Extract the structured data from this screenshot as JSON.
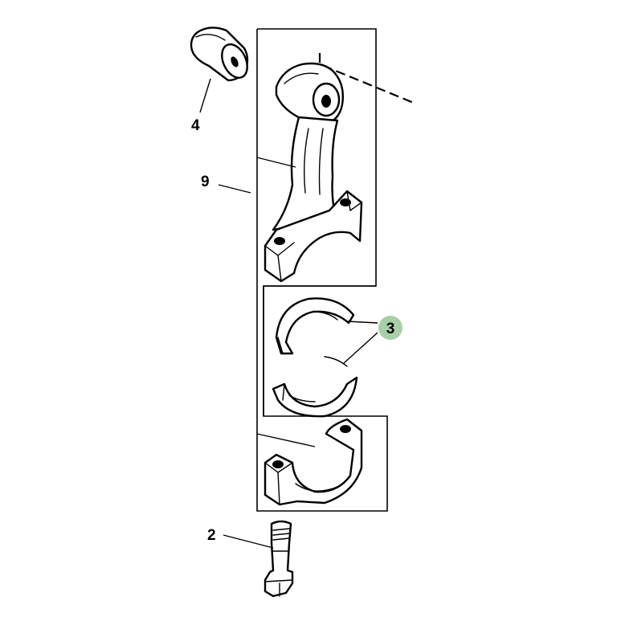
{
  "diagram": {
    "callouts": [
      {
        "id": "4",
        "label": "4",
        "highlighted": false
      },
      {
        "id": "9",
        "label": "9",
        "highlighted": false
      },
      {
        "id": "3",
        "label": "3",
        "highlighted": true
      },
      {
        "id": "2",
        "label": "2",
        "highlighted": false
      }
    ],
    "highlight_color": "#a9cfa9",
    "line_color": "#000000",
    "background": "#ffffff"
  }
}
